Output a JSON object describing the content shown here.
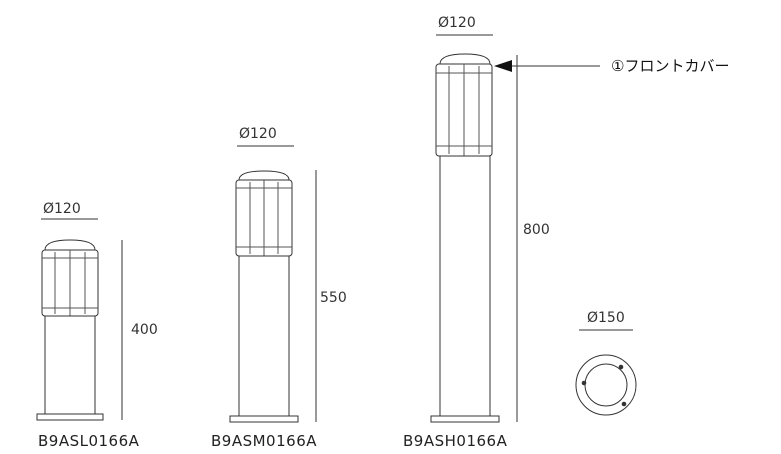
{
  "models": [
    {
      "name": "B9ASL0166A",
      "diameter": "Ø120",
      "height": "400"
    },
    {
      "name": "B9ASM0166A",
      "diameter": "Ø120",
      "height": "550"
    },
    {
      "name": "B9ASH0166A",
      "diameter": "Ø120",
      "height": "800"
    }
  ],
  "base_view": {
    "diameter": "Ø150"
  },
  "callout": {
    "label": "①フロントカバー"
  }
}
